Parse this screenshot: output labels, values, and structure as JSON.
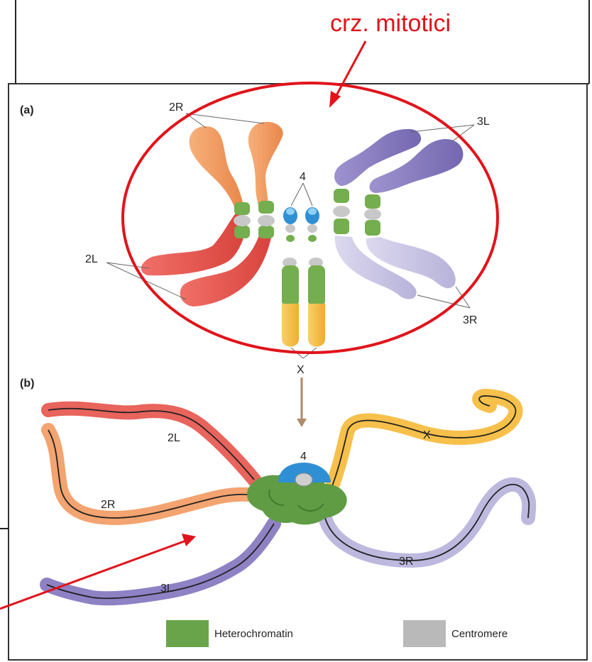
{
  "annotation": {
    "title": "crz. mitotici",
    "color": "#e0141b"
  },
  "panel_a": {
    "label": "(a)",
    "labels": {
      "two_r": "2R",
      "two_l": "2L",
      "three_l": "3L",
      "three_r": "3R",
      "four": "4",
      "x": "X"
    }
  },
  "panel_b": {
    "label": "(b)",
    "labels": {
      "two_l": "2L",
      "two_r": "2R",
      "three_l": "3L",
      "three_r": "3R",
      "four": "4",
      "x": "X"
    }
  },
  "legend": [
    {
      "label": "Heterochromatin",
      "color": "#6aa44a"
    },
    {
      "label": "Centromere",
      "color": "#b9b9b9"
    }
  ],
  "colors": {
    "arm_2R": "#f4a36a",
    "arm_2L": "#ea5a52",
    "arm_3L": "#8c7fc1",
    "arm_3R": "#c9c5e4",
    "arm_X": "#f6c349",
    "chr_4": "#2f8fd4",
    "heterochromatin": "#6aa44a",
    "centromere": "#c8c8c8"
  }
}
